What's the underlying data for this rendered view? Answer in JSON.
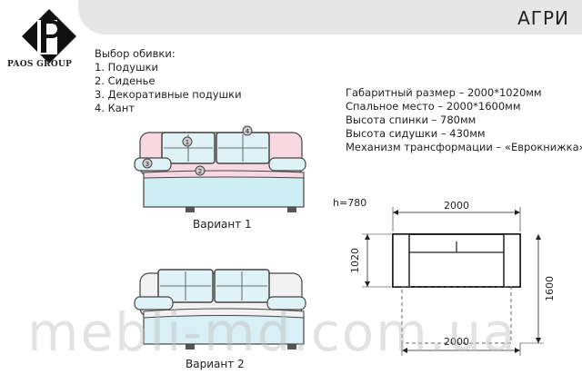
{
  "header": {
    "title": "АГРИ"
  },
  "logo": {
    "name": "PAOS GROUP"
  },
  "options": {
    "heading": "Выбор обивки:",
    "items": [
      "1. Подушки",
      "2. Сиденье",
      "3. Декоративные подушки",
      "4. Кант"
    ]
  },
  "specs": {
    "items": [
      "Габаритный размер – 2000*1020мм",
      "Спальное место – 2000*1600мм",
      "Высота спинки – 780мм",
      "Высота сидушки – 430мм",
      "Механизм трансформации – «Еврокнижка»"
    ]
  },
  "variants": [
    {
      "label": "Вариант 1",
      "markers": [
        "1",
        "2",
        "3",
        "4"
      ]
    },
    {
      "label": "Вариант 2"
    }
  ],
  "plan": {
    "height_prefix": "h=",
    "height_value": "780",
    "width_top": "2000",
    "depth": "1020",
    "bed_depth": "1600",
    "width_bottom": "2000"
  },
  "watermark": "mebli-md.com.ua",
  "colors": {
    "cushion_blue": "#dff2f6",
    "seat_pink": "#f8d9e2",
    "base_blue": "#cfeff4",
    "header_gray": "#e6e6e6"
  }
}
